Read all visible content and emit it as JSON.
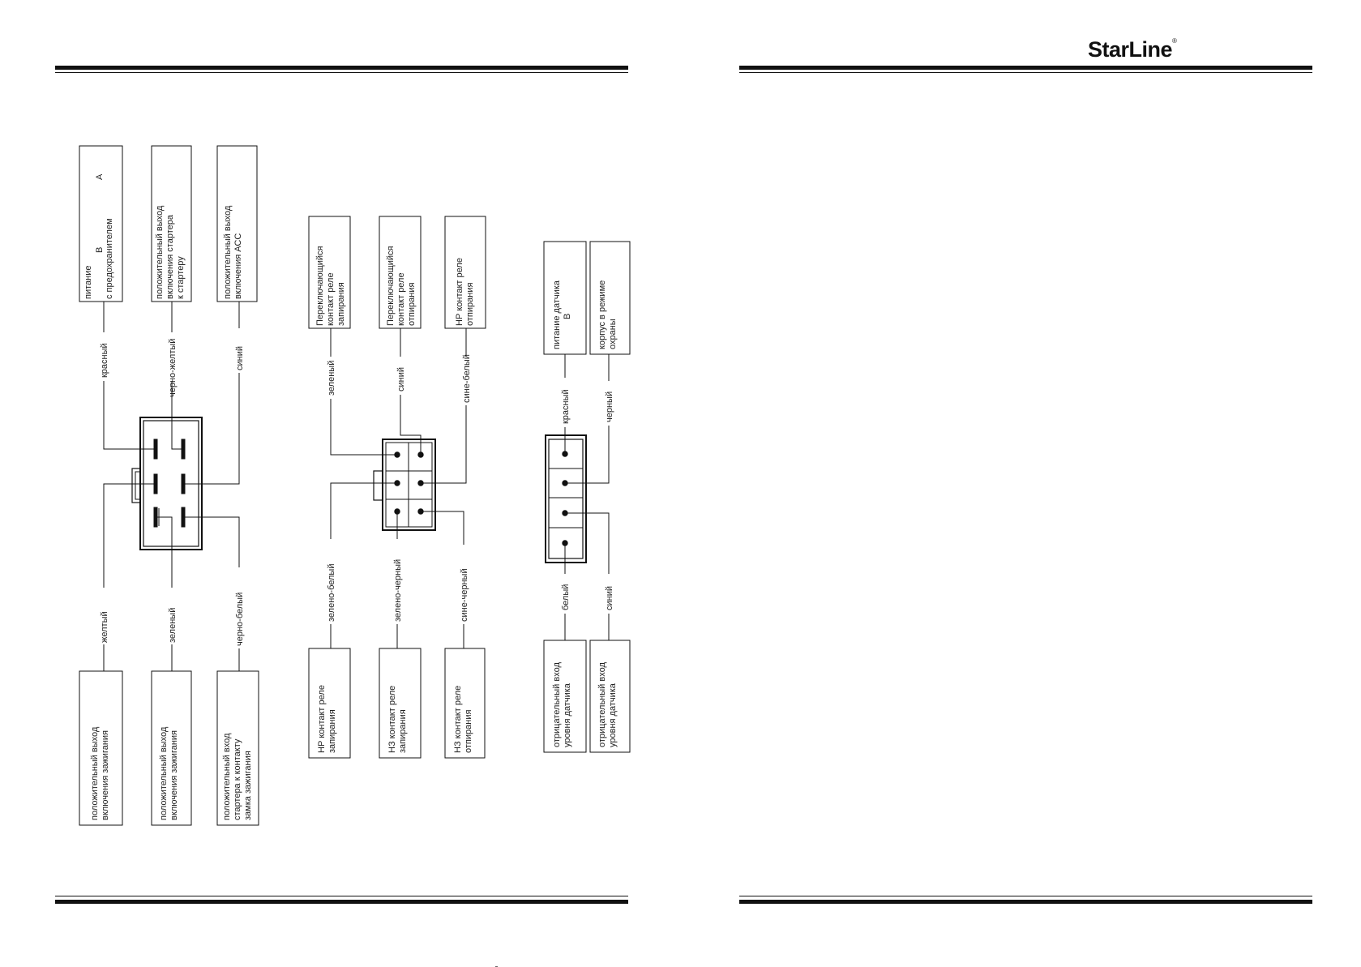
{
  "header": {
    "logo_text": "StarLine"
  },
  "connectors": {
    "c1": {
      "boxes_top": [
        [
          "питание",
          "с предохранителем"
        ],
        [
          "положительный выход",
          "включения стартера",
          "к стартеру"
        ],
        [
          "положительный выход",
          "включения АСС"
        ]
      ],
      "box_top_extra": [
        "В",
        "А"
      ],
      "wires_top": [
        "красный",
        "черно-желтый",
        "синий"
      ],
      "wires_bottom": [
        "желтый",
        "зеленый",
        "черно-белый"
      ],
      "boxes_bottom": [
        [
          "положительный выход",
          "включения зажигания"
        ],
        [
          "положительный выход",
          "включения зажигания"
        ],
        [
          "положительный вход",
          "стартера к контакту",
          "замка зажигания"
        ]
      ]
    },
    "c2": {
      "boxes_top": [
        [
          "Переключающийся",
          "контакт реле",
          "запирания"
        ],
        [
          "Переключающийся",
          "контакт реле",
          "отпирания"
        ],
        [
          "НР контакт реле",
          "отпирания"
        ]
      ],
      "wires_top": [
        "зеленый",
        "синий",
        "сине-белый"
      ],
      "wires_bottom": [
        "зелено-белый",
        "зелено-черный",
        "сине-черный"
      ],
      "boxes_bottom": [
        [
          "НР контакт реле",
          "запирания"
        ],
        [
          "НЗ контакт реле",
          "запирания"
        ],
        [
          "НЗ контакт реле",
          "отпирания"
        ]
      ]
    },
    "c3": {
      "boxes_top": [
        [
          "питание датчика",
          "В"
        ],
        [
          "корпус в режиме",
          "охраны"
        ]
      ],
      "wires_top": [
        "красный",
        "черный"
      ],
      "wires_bottom": [
        "белый",
        "синий"
      ],
      "boxes_bottom": [
        [
          "отрицательный вход",
          "уровня датчика"
        ],
        [
          "отрицательный вход",
          "уровня датчика"
        ]
      ]
    }
  }
}
